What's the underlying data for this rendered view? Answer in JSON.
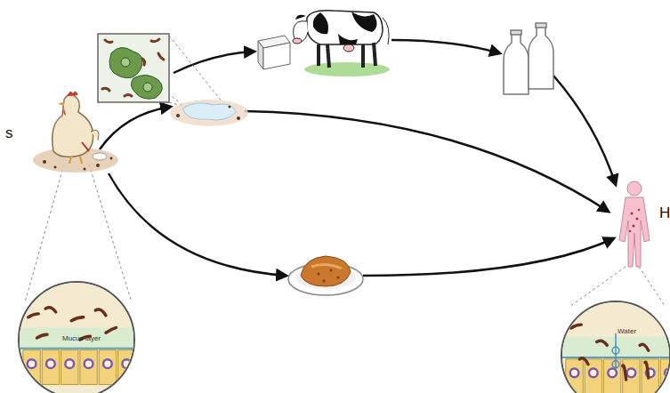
{
  "diagram": {
    "nodes": [
      {
        "text": [
          "Mucus layer"
        ]
      },
      {
        "text": [
          "Water"
        ]
      }
    ],
    "labels": [
      "s",
      "H"
    ]
  }
}
